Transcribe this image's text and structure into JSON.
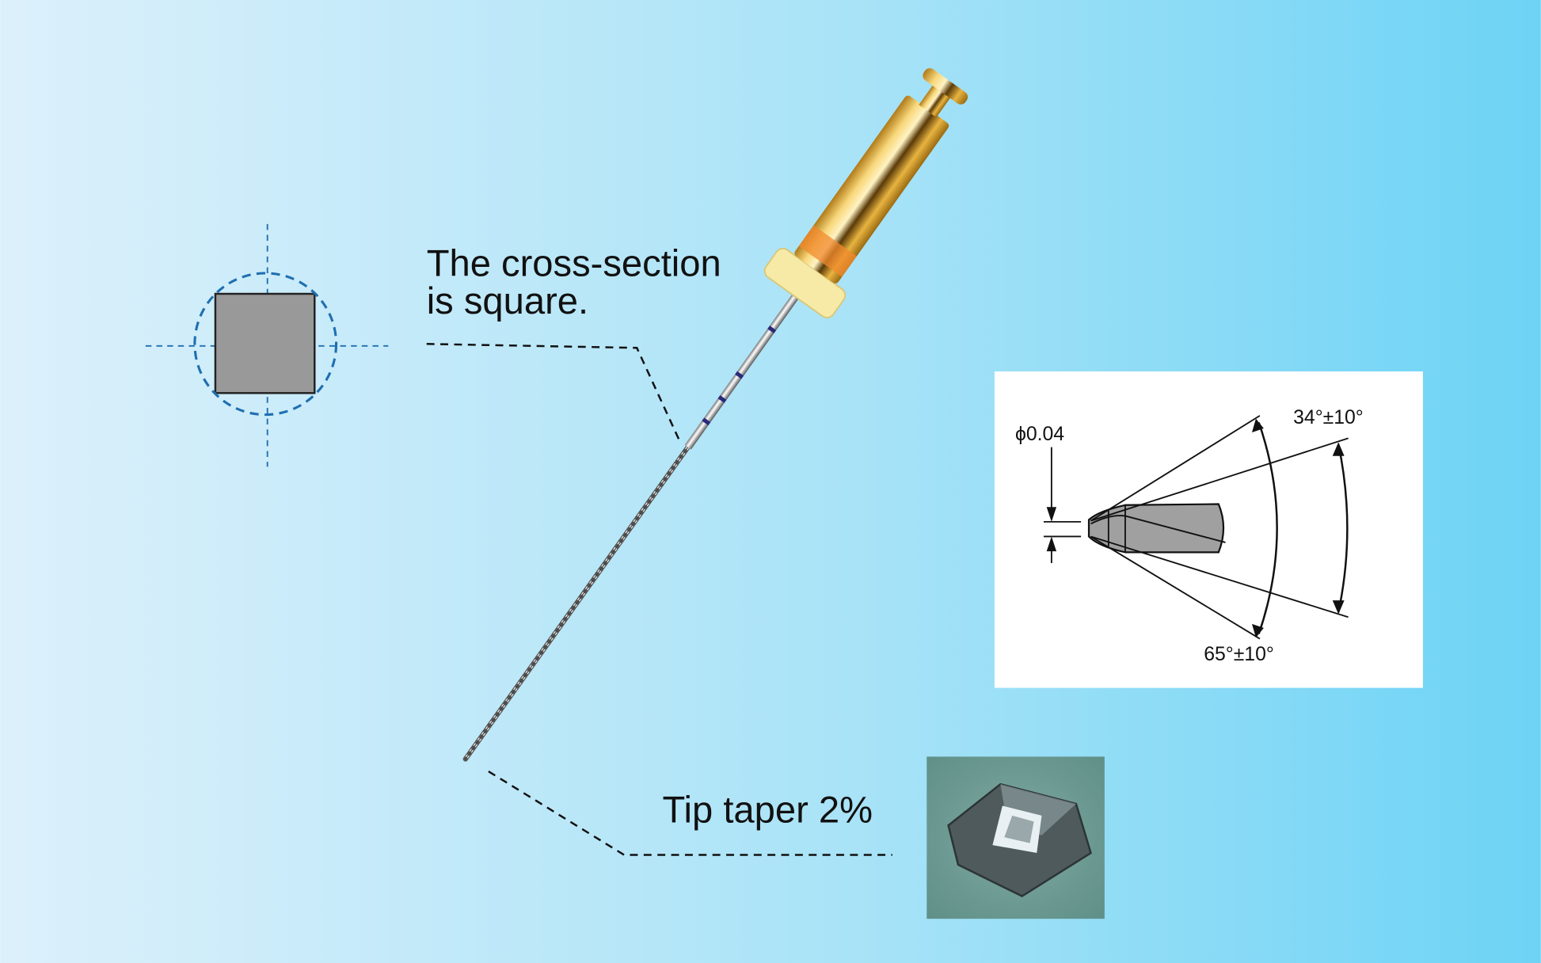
{
  "cross_section": {
    "label_line1": "The cross-section",
    "label_line2": "is square."
  },
  "tip": {
    "label": "Tip taper 2%"
  },
  "tip_drawing": {
    "diameter_label": "ϕ0.04",
    "inner_angle_label": "34°±10°",
    "outer_angle_label": "65°±10°"
  },
  "colors": {
    "background_left": "#dcf0fb",
    "background_right": "#6dd3f5",
    "dash_blue": "#1f6fb0",
    "square_gray": "#999999",
    "handle_gold": "#e6b23a",
    "stopper_yellow": "#f6eaa6"
  }
}
